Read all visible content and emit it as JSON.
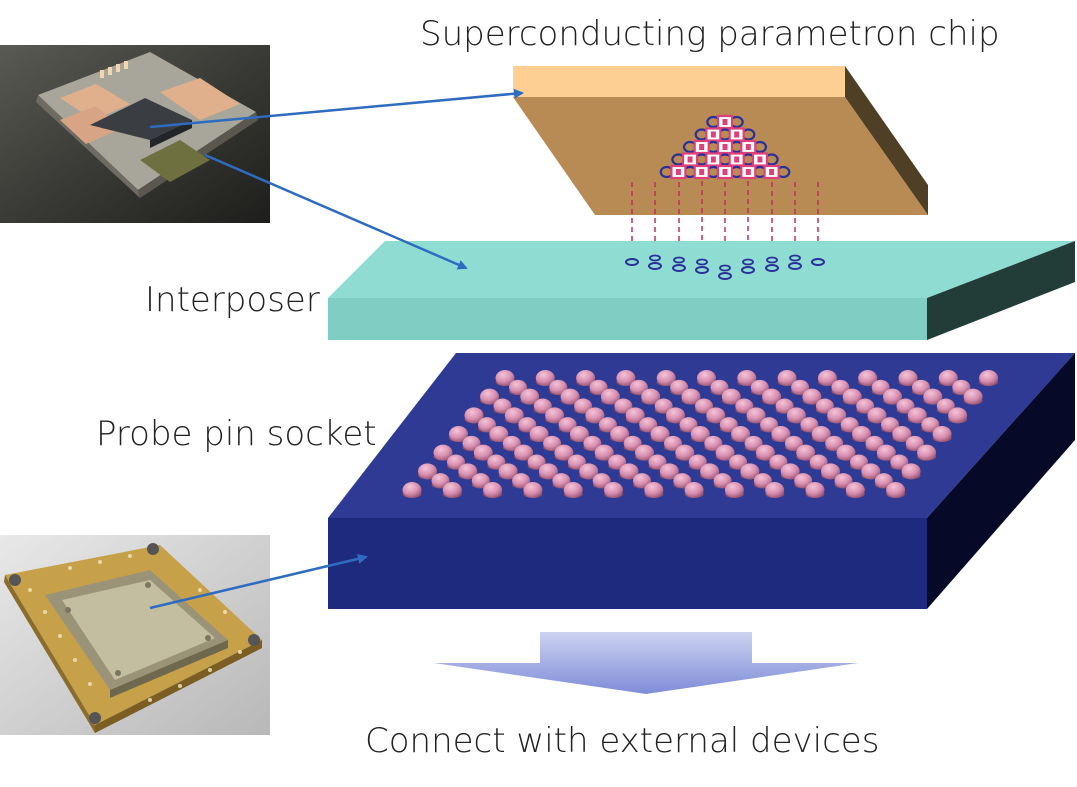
{
  "labels": {
    "chip": "Superconducting parametron chip",
    "interposer": "Interposer",
    "socket": "Probe pin socket",
    "external": "Connect with external devices"
  },
  "colors": {
    "chip_top": "#fdcf93",
    "chip_front": "#b98b54",
    "chip_side": "#4f3f25",
    "interposer_top": "#8fdcd3",
    "interposer_front": "#7fcdc3",
    "interposer_side": "#223c38",
    "socket_top": "#2e3a94",
    "socket_front": "#1e2a7e",
    "socket_side": "#060a28",
    "pin": "#d98fb0",
    "arrow_line": "#2f6cc0",
    "pad_ring": "#2a2f9a",
    "pad_square": "#e0407a",
    "via_line": "#c0305a"
  },
  "photos": [
    {
      "name": "chip-on-interposer-photo"
    },
    {
      "name": "socket-package-photo"
    }
  ]
}
